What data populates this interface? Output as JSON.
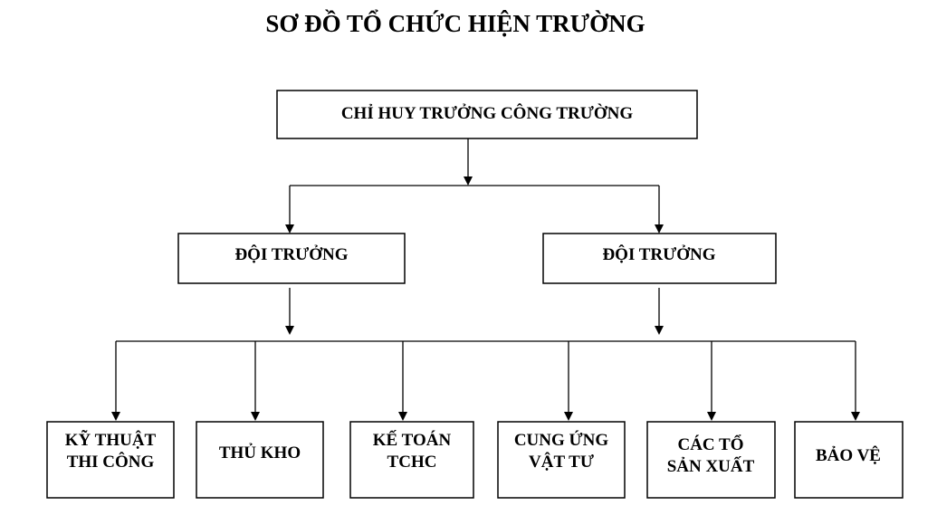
{
  "title": "SƠ ĐỒ TỔ CHỨC HIỆN TRƯỜNG",
  "root": {
    "label": "CHỈ HUY TRƯỞNG CÔNG TRƯỜNG"
  },
  "teams": [
    {
      "label": "ĐỘI TRƯỞNG"
    },
    {
      "label": "ĐỘI TRƯỞNG"
    }
  ],
  "units": [
    {
      "line1": "KỸ THUẬT",
      "line2": "THI CÔNG"
    },
    {
      "line1": "THỦ KHO",
      "line2": ""
    },
    {
      "line1": "KẾ TOÁN",
      "line2": "TCHC"
    },
    {
      "line1": "CUNG ỨNG",
      "line2": "VẬT TƯ"
    },
    {
      "line1": "CÁC TỔ",
      "line2": "SẢN XUẤT"
    },
    {
      "line1": "BẢO VỆ",
      "line2": ""
    }
  ]
}
